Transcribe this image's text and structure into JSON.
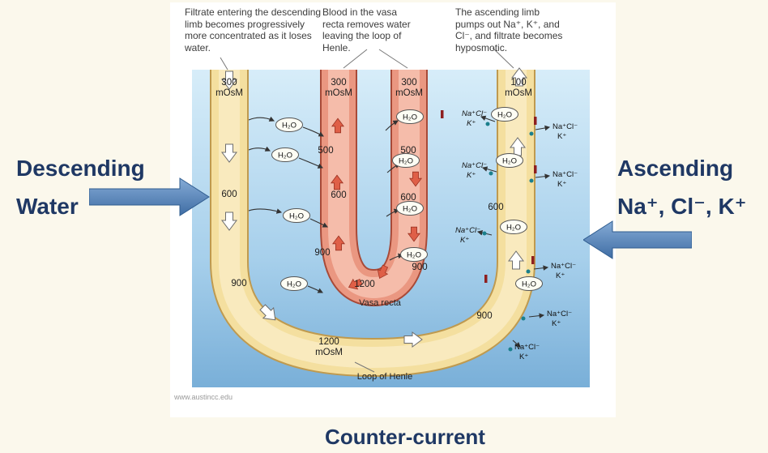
{
  "slide": {
    "left_caption": {
      "line1": "Descending",
      "line2": "Water"
    },
    "right_caption": {
      "line1": "Ascending",
      "line2": "Na⁺, Cl⁻, K⁺"
    },
    "title": "Counter-current",
    "colors": {
      "arrow_blue": "#4f81bd",
      "label_navy": "#1f3864"
    }
  },
  "figure": {
    "annotations": {
      "filtrate": "Filtrate entering the descending limb becomes progressively more concentrated as it loses water.",
      "vasa_recta": "Blood in the vasa recta removes water leaving the loop of Henle.",
      "ascending": "The ascending limb pumps out Na⁺, K⁺, and Cl⁻, and filtrate becomes hyposmotic."
    },
    "tube_tops": {
      "descending_limb": {
        "value": "300",
        "unit": "mOsM"
      },
      "vasa_descending": {
        "value": "300",
        "unit": "mOsM"
      },
      "vasa_ascending": {
        "value": "300",
        "unit": "mOsM"
      },
      "ascending_limb": {
        "value": "100",
        "unit": "mOsM"
      }
    },
    "values": {
      "vasa_left_500": "500",
      "vasa_right_500": "500",
      "desc_600": "600",
      "vasa_left_600": "600",
      "vasa_right_600": "600",
      "interstitium_600": "600",
      "desc_900": "900",
      "vasa_left_900": "900",
      "vasa_right_900": "900",
      "interstitium_900": "900",
      "vasa_bend_1200": "1200",
      "loop_bend_1200": "1200",
      "loop_bend_unit": "mOsM"
    },
    "molecules": {
      "h2o": "H₂O",
      "nacl": "Na⁺Cl⁻",
      "k": "K⁺"
    },
    "captions": {
      "vasa_recta": "Vasa recta",
      "loop_of_henle": "Loop of Henle"
    },
    "watermark": "www.austincc.edu"
  }
}
